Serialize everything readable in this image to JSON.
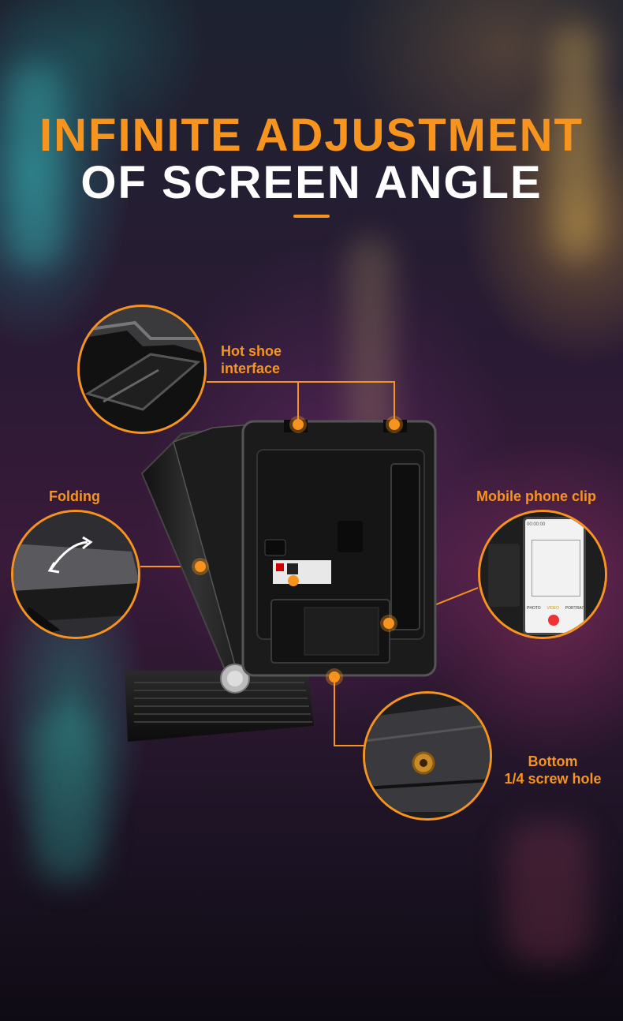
{
  "headline": {
    "line1": "INFINITE ADJUSTMENT",
    "line2": "OF SCREEN ANGLE"
  },
  "callouts": {
    "hot_shoe": "Hot shoe\ninterface",
    "folding": "Folding",
    "phone_clip": "Mobile phone clip",
    "bottom_screw_line1": "Bottom",
    "bottom_screw_line2": "1/4 screw hole"
  },
  "phone_ui": {
    "mode_photo": "PHOTO",
    "mode_video": "VIDEO",
    "mode_portrait": "PORTRAIT",
    "timer": "00:00:00"
  },
  "colors": {
    "accent": "#f7941d",
    "headline_secondary": "#ffffff"
  },
  "icons": [
    "fold-arrow-icon",
    "screw-hole-icon"
  ]
}
